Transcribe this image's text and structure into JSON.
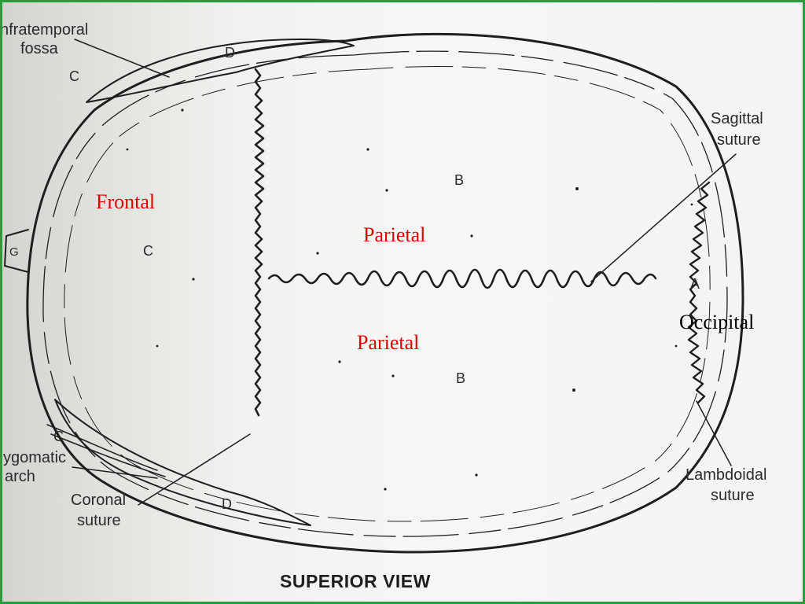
{
  "colors": {
    "highlight_label": "#e00000",
    "plain_label": "#000000",
    "frame": "#2a9a3a",
    "ink": "#1e1e1e"
  },
  "bone_labels": {
    "frontal": "Frontal",
    "parietal_top": "Parietal",
    "parietal_bottom": "Parietal",
    "occipital": "Occipital"
  },
  "annotations": {
    "infratemporal_line1": "nfratemporal",
    "infratemporal_line2": "fossa",
    "sagittal_line1": "Sagittal",
    "sagittal_line2": "suture",
    "lambdoidal_line1": "Lambdoidal",
    "lambdoidal_line2": "suture",
    "zygomatic_line1": "ygomatic",
    "zygomatic_line2": "arch",
    "coronal_line1": "Coronal",
    "coronal_line2": "suture"
  },
  "region_letters": {
    "b_top": "B",
    "b_bottom": "B",
    "c_left": "C",
    "c_upper": "C",
    "c_lower": "C",
    "d_upper": "D",
    "d_lower": "D",
    "a": "A",
    "g": "G"
  },
  "caption": "SUPERIOR VIEW"
}
